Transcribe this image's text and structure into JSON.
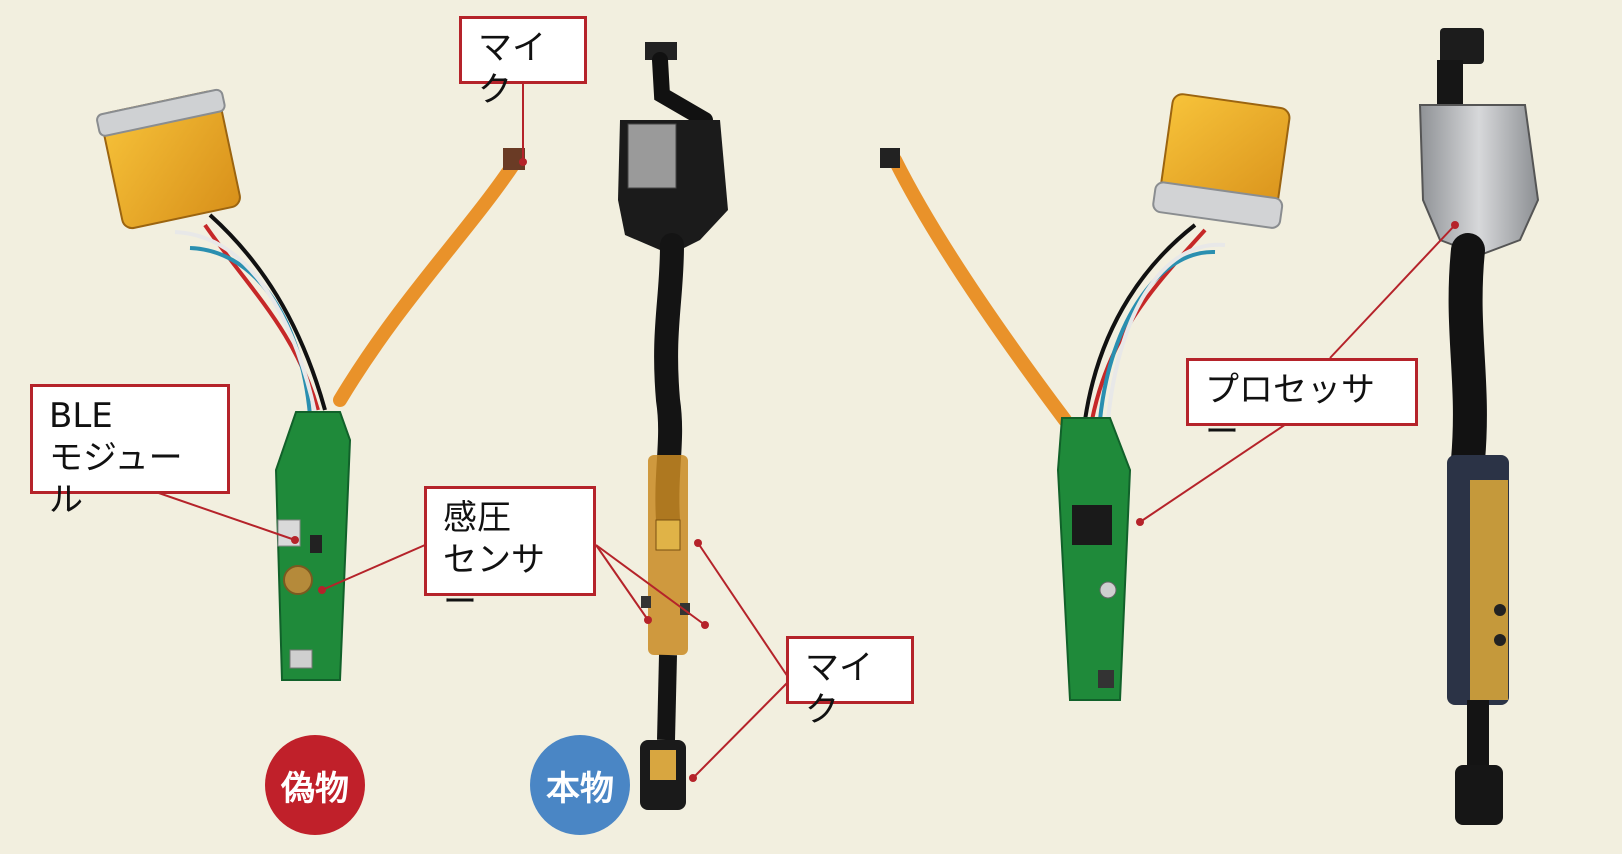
{
  "labels": {
    "mic_top": "マイク",
    "ble_module": "BLE\nモジュール",
    "pressure_sensor": "感圧\nセンサー",
    "mic_bottom": "マイク",
    "processor": "プロセッサー"
  },
  "badges": {
    "fake": "偽物",
    "genuine": "本物"
  },
  "colors": {
    "background": "#f2efdf",
    "callout_border": "#b5232a",
    "leader_line": "#b5232a",
    "fake_badge": "#c0202a",
    "genuine_badge": "#4a86c5"
  }
}
